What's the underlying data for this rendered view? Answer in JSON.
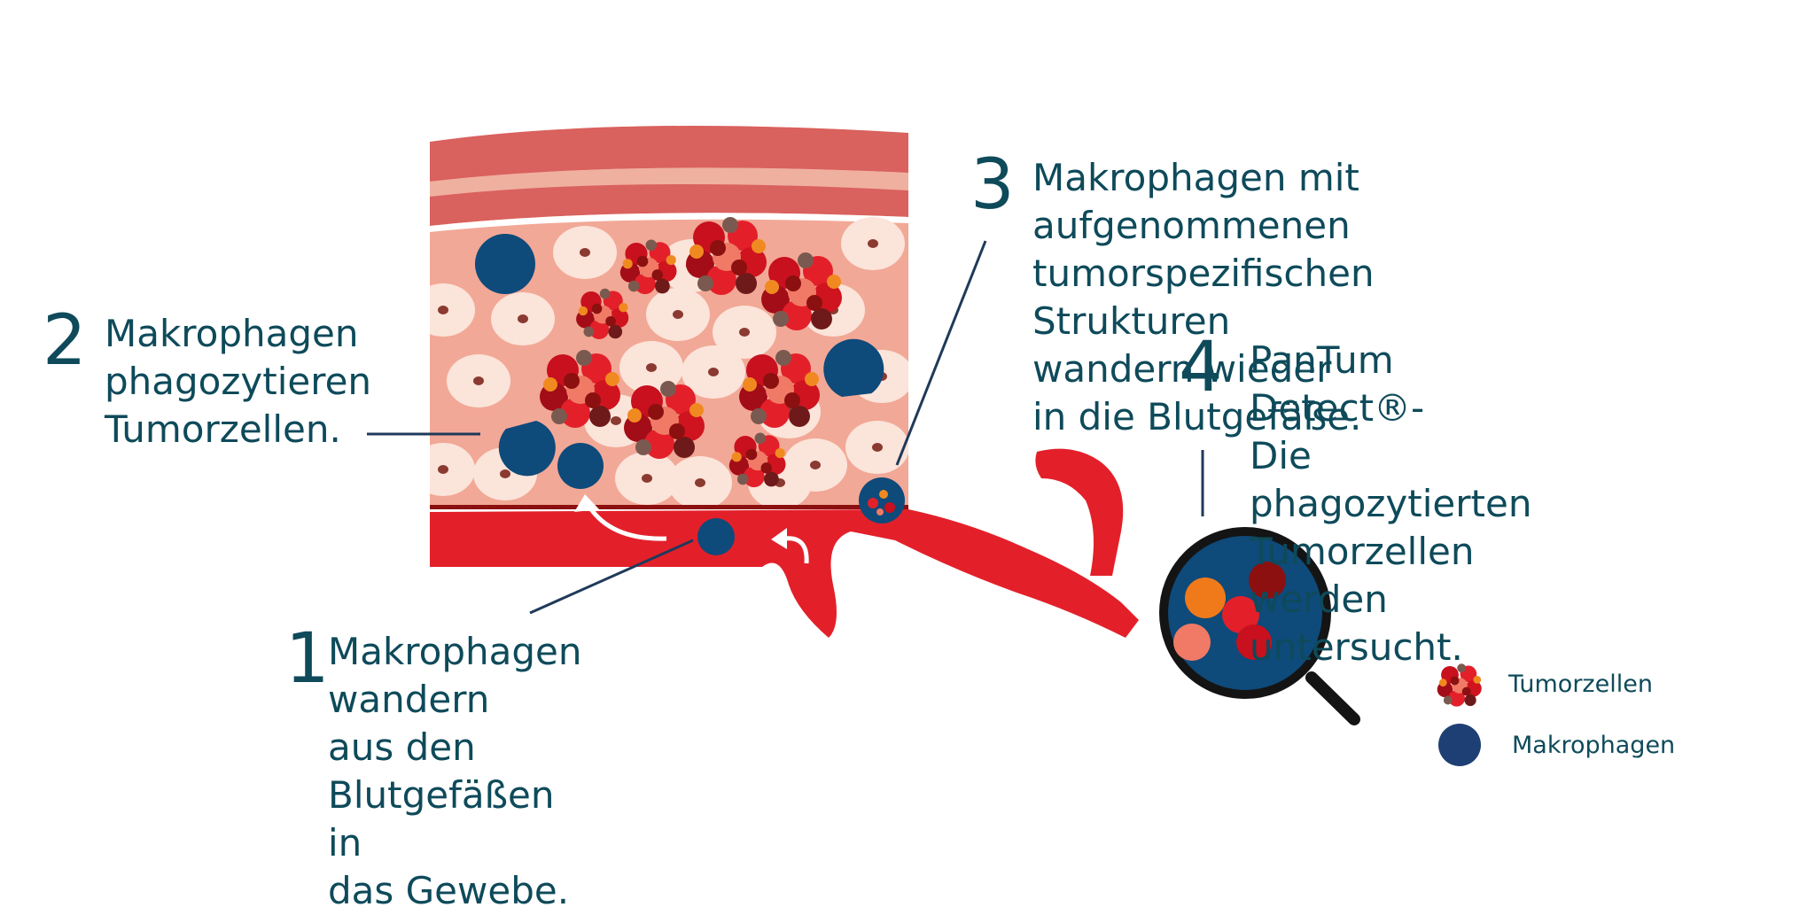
{
  "steps": [
    {
      "number": "1",
      "text": "Makrophagen wandern\naus den Blutgefäßen in\ndas Gewebe."
    },
    {
      "number": "2",
      "text": "Makrophagen\nphagozytieren\nTumorzellen."
    },
    {
      "number": "3",
      "text": "Makrophagen mit aufgenommenen\ntumorspezifischen Strukturen\nwandern wieder in die Blutgefäße."
    },
    {
      "number": "4",
      "text": "PanTum Detect®-\nDie phagozytierten\nTumorzellen werden\nuntersucht."
    }
  ],
  "legend": {
    "tumor": "Tumorzellen",
    "macrophage": "Makrophagen"
  },
  "colors": {
    "text": "#0e4a5a",
    "macrophage": "#0e4a7a",
    "vessel": "#e3202a",
    "tissue": "#f2a896",
    "cell": "#fbe4da"
  }
}
